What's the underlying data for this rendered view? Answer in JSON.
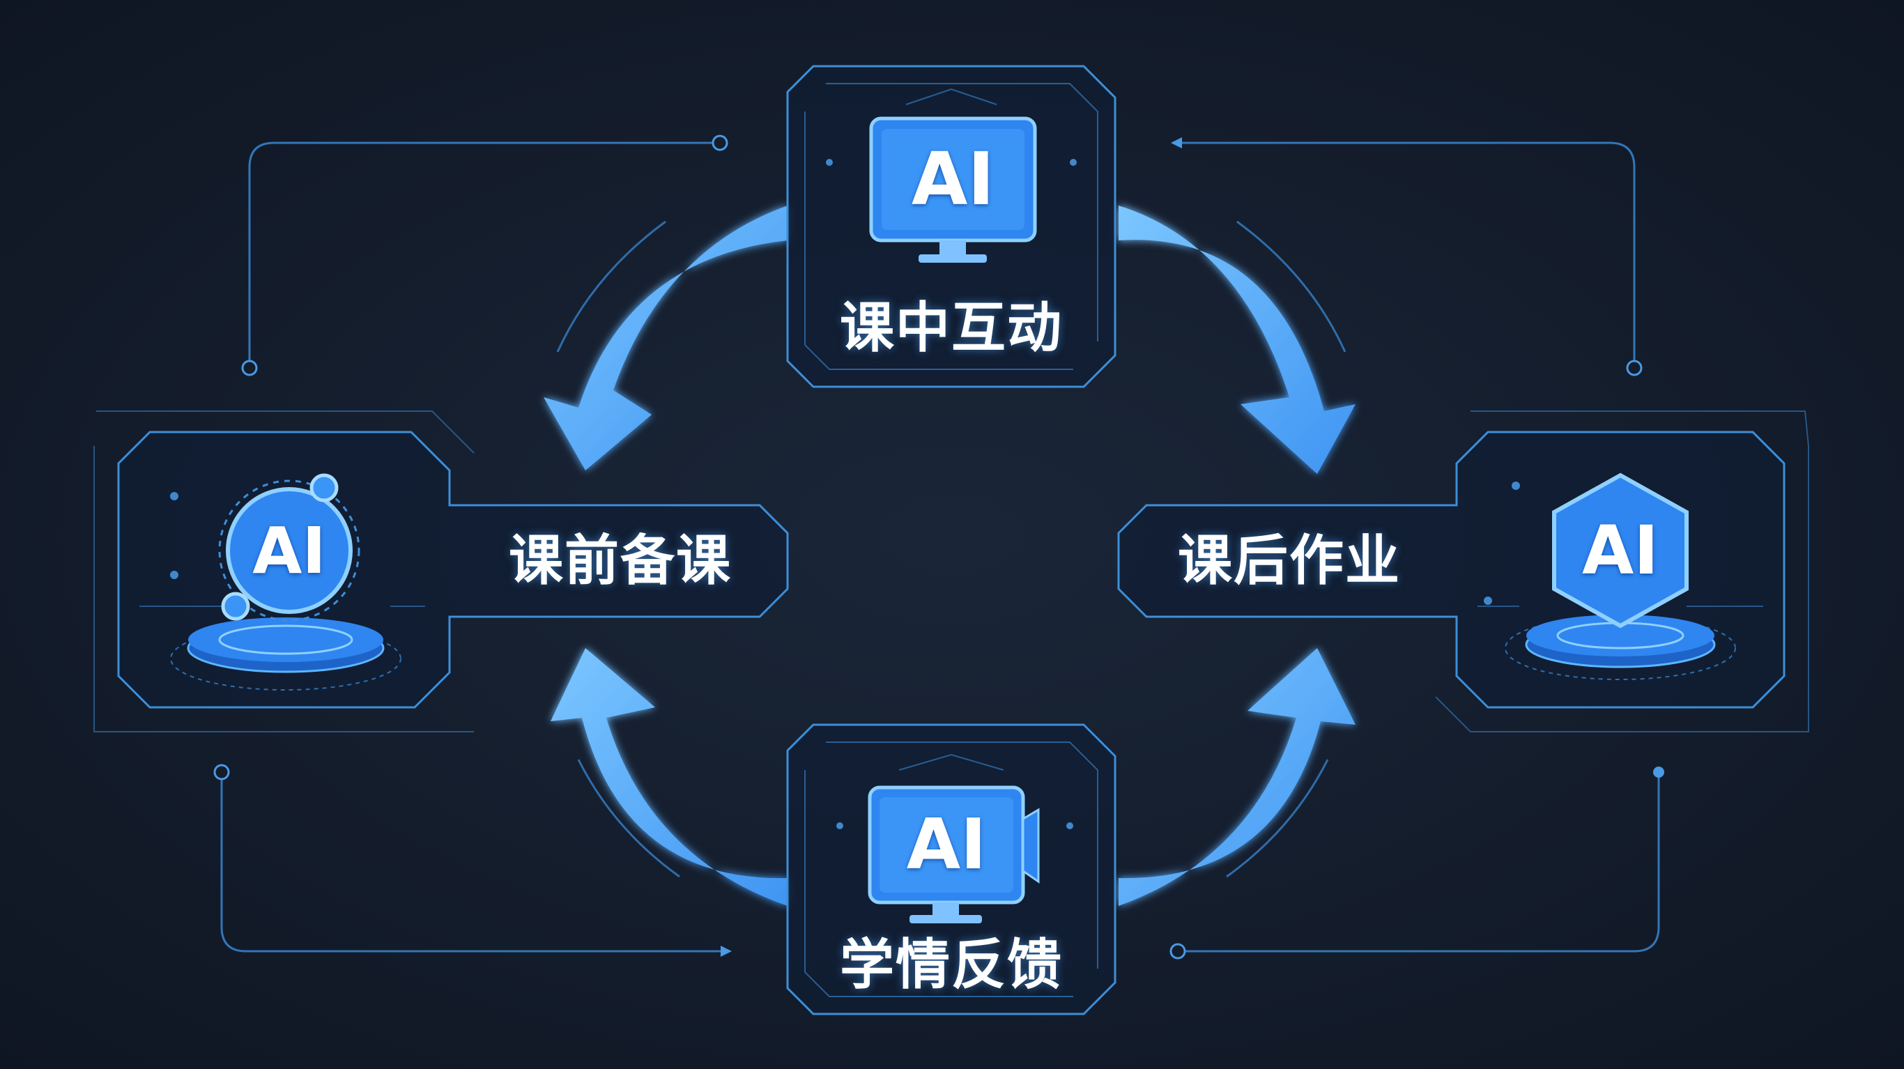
{
  "stages": {
    "top": {
      "label": "课中互动",
      "badge": "AI",
      "icon": "monitor-icon"
    },
    "right": {
      "label": "课后作业",
      "badge": "AI",
      "icon": "hexagon-platform-icon"
    },
    "bottom": {
      "label": "学情反馈",
      "badge": "AI",
      "icon": "monitor-icon"
    },
    "left": {
      "label": "课前备课",
      "badge": "AI",
      "icon": "orb-platform-icon"
    }
  },
  "colors": {
    "background": "#141d2c",
    "panel_border": "#3d8fd8",
    "arrow": "#5cb6ff",
    "accent": "#2f86f0",
    "text": "#ffffff"
  }
}
